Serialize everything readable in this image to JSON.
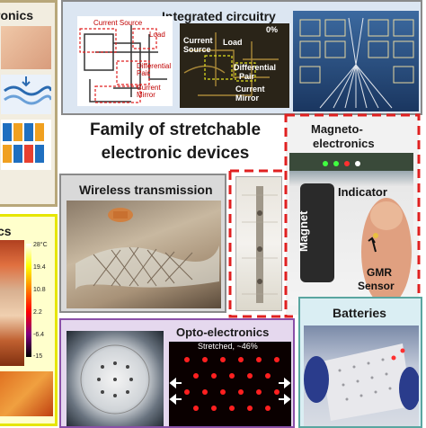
{
  "center": {
    "title_line1": "Family of stretchable",
    "title_line2": "electronic devices"
  },
  "panels": {
    "top_left": {
      "title": "ronics"
    },
    "integrated": {
      "title": "Integrated circuitry",
      "labels": [
        "Current Source",
        "Load",
        "Differential Pair",
        "Current Mirror"
      ],
      "photo_labels": [
        "Current",
        "Source",
        "Load",
        "Differential",
        "Pair",
        "Current",
        "Mirror"
      ],
      "percent": "0%"
    },
    "magneto": {
      "title_line1": "Magneto-",
      "title_line2": "electronics",
      "indicator": "Indicator",
      "magnet": "Magnet",
      "gmr_line1": "GMR",
      "gmr_line2": "Sensor"
    },
    "wireless": {
      "title": "Wireless transmission"
    },
    "thermal": {
      "title": "cs",
      "scale": [
        "28°C",
        "19.4",
        "10.8",
        "2.2",
        "-6.4",
        "-15"
      ]
    },
    "opto": {
      "title": "Opto-electronics",
      "stretched": "Stretched, ~46%"
    },
    "batteries": {
      "title": "Batteries"
    }
  },
  "colors": {
    "panel_border": "#8a8a8a",
    "tan_border": "#b8a77a",
    "red_dashed": "#e02020",
    "teal_border": "#5aa6a0",
    "purple_border": "#8a4fa8",
    "yellow_border": "#e6e600",
    "integrated_bg": "#dce6f2",
    "wireless_bg": "#d9d9d9",
    "opto_bg": "#e5d8ee",
    "batteries_bg": "#daeef3",
    "magneto_bg": "#f2f2f2",
    "thermal_bg": "#ffffcc"
  }
}
